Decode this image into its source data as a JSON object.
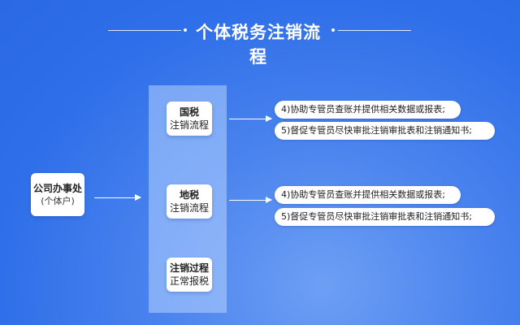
{
  "title": "个体税务注销流程",
  "office": {
    "label": "公司办事处",
    "sub": "(个体户)"
  },
  "stages": [
    {
      "line1": "国税",
      "line2": "注销流程"
    },
    {
      "line1": "地税",
      "line2": "注销流程"
    },
    {
      "line1": "注销过程",
      "line2": "正常报税"
    }
  ],
  "notes": {
    "guoshui": [
      "4)协助专管员查账并提供相关数据或报表;",
      "5)督促专管员尽快审批注销审批表和注销通知书;"
    ],
    "dishui": [
      "4)协助专管员查账并提供相关数据或报表;",
      "5)督促专管员尽快审批注销审批表和注销通知书;"
    ]
  }
}
